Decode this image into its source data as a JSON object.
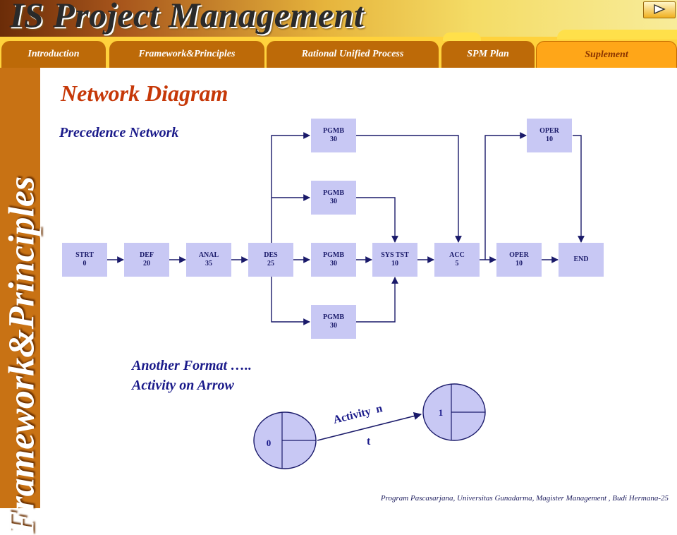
{
  "header": {
    "title": "IS Project Management",
    "next_icon": "play-arrow-icon"
  },
  "tabs": [
    {
      "label": "Introduction"
    },
    {
      "label": "Framework&Principles"
    },
    {
      "label": "Rational Unified Process"
    },
    {
      "label": "SPM Plan"
    },
    {
      "label": "Suplement",
      "active": true
    }
  ],
  "sidebar": {
    "text": "Framework&Principles"
  },
  "page": {
    "title": "Network Diagram",
    "section_label": "Precedence Network"
  },
  "precedence_network": {
    "nodes": [
      {
        "id": "strt",
        "name": "STRT",
        "value": "0"
      },
      {
        "id": "def",
        "name": "DEF",
        "value": "20"
      },
      {
        "id": "anal",
        "name": "ANAL",
        "value": "35"
      },
      {
        "id": "des",
        "name": "DES",
        "value": "25"
      },
      {
        "id": "pgmb_top",
        "name": "PGMB",
        "value": "30"
      },
      {
        "id": "pgmb_upper",
        "name": "PGMB",
        "value": "30"
      },
      {
        "id": "pgmb_mid",
        "name": "PGMB",
        "value": "30"
      },
      {
        "id": "pgmb_low",
        "name": "PGMB",
        "value": "30"
      },
      {
        "id": "systst",
        "name": "SYS TST",
        "value": "10"
      },
      {
        "id": "acc",
        "name": "ACC",
        "value": "5"
      },
      {
        "id": "oper_top",
        "name": "OPER",
        "value": "10"
      },
      {
        "id": "oper_mid",
        "name": "OPER",
        "value": "10"
      },
      {
        "id": "end",
        "name": "END",
        "value": ""
      }
    ],
    "edges": [
      [
        "strt",
        "def"
      ],
      [
        "def",
        "anal"
      ],
      [
        "anal",
        "des"
      ],
      [
        "des",
        "pgmb_top"
      ],
      [
        "des",
        "pgmb_upper"
      ],
      [
        "des",
        "pgmb_mid"
      ],
      [
        "des",
        "pgmb_low"
      ],
      [
        "pgmb_upper",
        "systst"
      ],
      [
        "pgmb_mid",
        "systst"
      ],
      [
        "pgmb_low",
        "systst"
      ],
      [
        "pgmb_top",
        "acc"
      ],
      [
        "systst",
        "acc"
      ],
      [
        "acc",
        "oper_top"
      ],
      [
        "acc",
        "oper_mid"
      ],
      [
        "oper_top",
        "end"
      ],
      [
        "oper_mid",
        "end"
      ]
    ]
  },
  "activity_on_arrow": {
    "label_line1": "Another Format …..",
    "label_line2": "Activity on Arrow",
    "start_node": "0",
    "end_node": "1",
    "arrow_label": "Activity  n",
    "arrow_sublabel": "t"
  },
  "footer": {
    "text": "Program Pascasarjana, Universitas Gunadarma,  Magister Management ,  Budi Hermana-25"
  },
  "colors": {
    "title_red": "#c63808",
    "label_blue": "#1a1a8a",
    "node_fill": "#c8c8f4",
    "arrow": "#1a1a6a",
    "tab_fill": "#bd6a08",
    "tab_active": "#ffa618",
    "sidebar": "#c87214",
    "tab_strip": "#ffd23c"
  }
}
